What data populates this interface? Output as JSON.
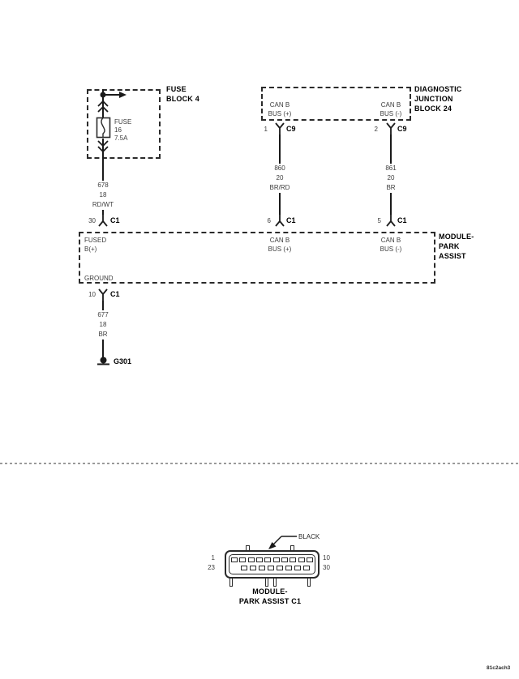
{
  "page": {
    "code": "81c2ach3",
    "line_color": "#1a1a1a",
    "background": "#ffffff"
  },
  "fuse_block": {
    "title_line1": "FUSE",
    "title_line2": "BLOCK 4",
    "fuse_label": "FUSE",
    "fuse_number": "16",
    "fuse_rating": "7.5A"
  },
  "junction_block": {
    "title_line1": "DIAGNOSTIC",
    "title_line2": "JUNCTION",
    "title_line3": "BLOCK 24",
    "pin_left": {
      "pin": "1",
      "connector": "C9",
      "label1": "CAN B",
      "label2": "BUS (+)"
    },
    "pin_right": {
      "pin": "2",
      "connector": "C9",
      "label1": "CAN B",
      "label2": "BUS (-)"
    }
  },
  "wires": [
    {
      "circuit": "678",
      "gauge": "18",
      "color": "RD/WT"
    },
    {
      "circuit": "860",
      "gauge": "20",
      "color": "BR/RD"
    },
    {
      "circuit": "861",
      "gauge": "20",
      "color": "BR"
    },
    {
      "circuit": "677",
      "gauge": "18",
      "color": "BR"
    }
  ],
  "module": {
    "title_line1": "MODULE-",
    "title_line2": "PARK",
    "title_line3": "ASSIST",
    "pin_fused": {
      "pin": "30",
      "connector": "C1",
      "label1": "FUSED",
      "label2": "B(+)"
    },
    "pin_canb_plus": {
      "pin": "6",
      "connector": "C1",
      "label1": "CAN B",
      "label2": "BUS (+)"
    },
    "pin_canb_minus": {
      "pin": "5",
      "connector": "C1",
      "label1": "CAN B",
      "label2": "BUS (-)"
    },
    "pin_ground": {
      "pin": "10",
      "connector": "C1",
      "label": "GROUND"
    }
  },
  "ground": {
    "name": "G301"
  },
  "connector_view": {
    "color_label": "BLACK",
    "caption_line1": "MODULE-",
    "caption_line2": "PARK ASSIST C1",
    "pin_top_left": "1",
    "pin_bottom_left": "23",
    "pin_top_right": "10",
    "pin_bottom_right": "30",
    "top_row_slots": 10,
    "bottom_row_slots": 8
  }
}
